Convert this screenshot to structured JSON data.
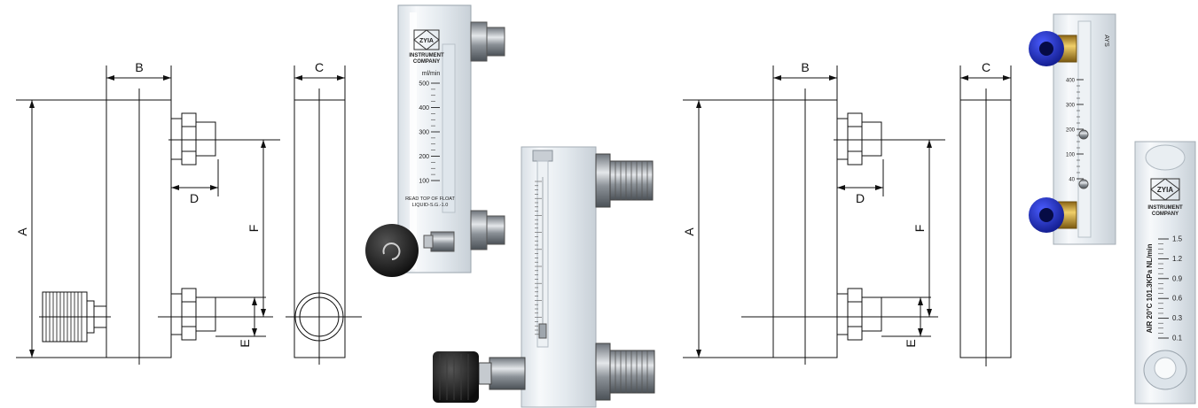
{
  "dimensions": {
    "a": "A",
    "b": "B",
    "c": "C",
    "d": "D",
    "e": "E",
    "f": "F"
  },
  "meter_large": {
    "brand": "ZYIA",
    "company_line1": "INSTRUMENT",
    "company_line2": "COMPANY",
    "unit": "ml/min",
    "ticks": [
      "500",
      "400",
      "300",
      "200",
      "100"
    ],
    "note_line1": "READ TOP OF FLOAT",
    "note_line2": "LIQUID-S.G.-1.0"
  },
  "meter_blue": {
    "mark": "AYS",
    "ticks": [
      "400",
      "300",
      "200",
      "100",
      "40"
    ]
  },
  "meter_air": {
    "brand": "ZYIA",
    "company_line1": "INSTRUMENT",
    "company_line2": "COMPANY",
    "scale_text": "AIR 20°C 101.3KPa NL/min",
    "ticks": [
      "1.5",
      "1.2",
      "0.9",
      "0.6",
      "0.3",
      "0.1"
    ]
  },
  "colors": {
    "line": "#111111",
    "glass": "#eef2f5",
    "knob": "#1d1d1d",
    "metal": "#9aa0a6",
    "fitting_blue": "#1f2fb5",
    "fitting_brass": "#c99a2e"
  }
}
